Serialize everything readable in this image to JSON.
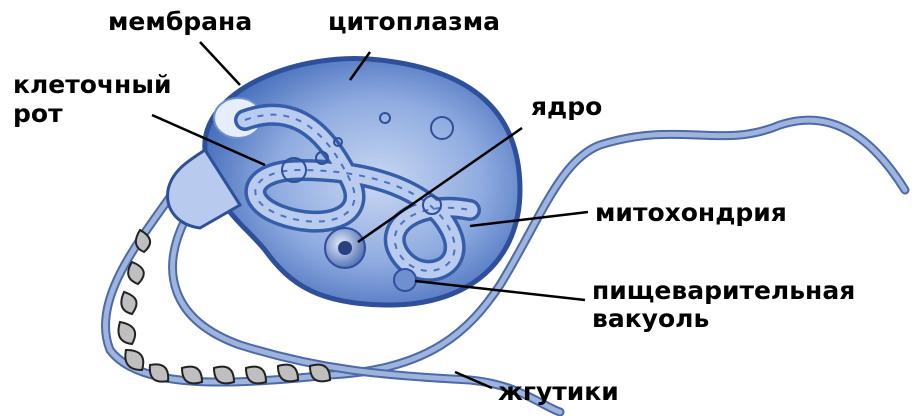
{
  "diagram": {
    "labels": {
      "membrane": "мембрана",
      "cytoplasm": "цитоплазма",
      "mouth_line1": "клеточный",
      "mouth_line2": "рот",
      "nucleus": "ядро",
      "mitochondria": "митохондрия",
      "vacuole_line1": "пищеварительная",
      "vacuole_line2": "вакуоль",
      "flagella": "жгутики"
    },
    "colors": {
      "cell_fill": "#5e86cc",
      "cell_outline": "#2e4f9a",
      "inner_light": "#c9d8f2",
      "flagellum": "#7d95c4",
      "leader_line": "#000000"
    }
  }
}
